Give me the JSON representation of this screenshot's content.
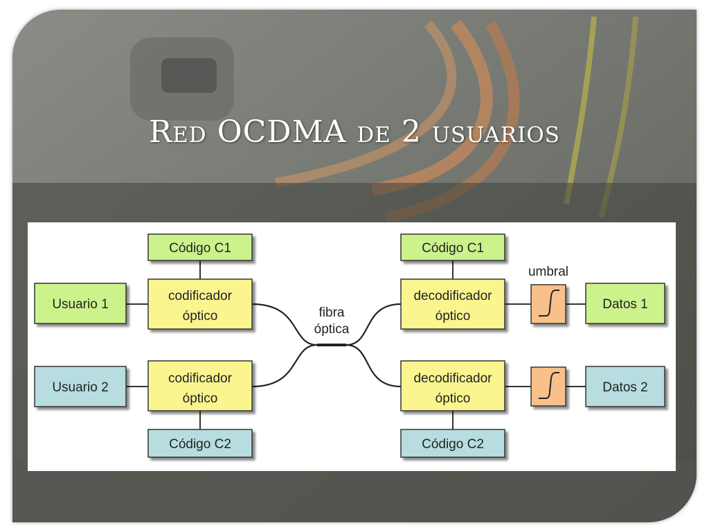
{
  "slide": {
    "title": "Red OCDMA de 2 usuarios"
  },
  "diagram": {
    "users": [
      "Usuario 1",
      "Usuario 2"
    ],
    "codes_tx": [
      "Código C1",
      "Código C2"
    ],
    "codes_rx": [
      "Código C1",
      "Código C2"
    ],
    "encoder": [
      "codificador",
      "óptico"
    ],
    "decoder": [
      "decodificador",
      "óptico"
    ],
    "fiber": [
      "fibra",
      "óptica"
    ],
    "threshold_label": "umbral",
    "outputs": [
      "Datos 1",
      "Datos 2"
    ],
    "colors": {
      "green": "#ccf28c",
      "blue": "#b7dde0",
      "yellow": "#fbf58f",
      "orange": "#f8c08a",
      "stroke": "#333333"
    }
  }
}
